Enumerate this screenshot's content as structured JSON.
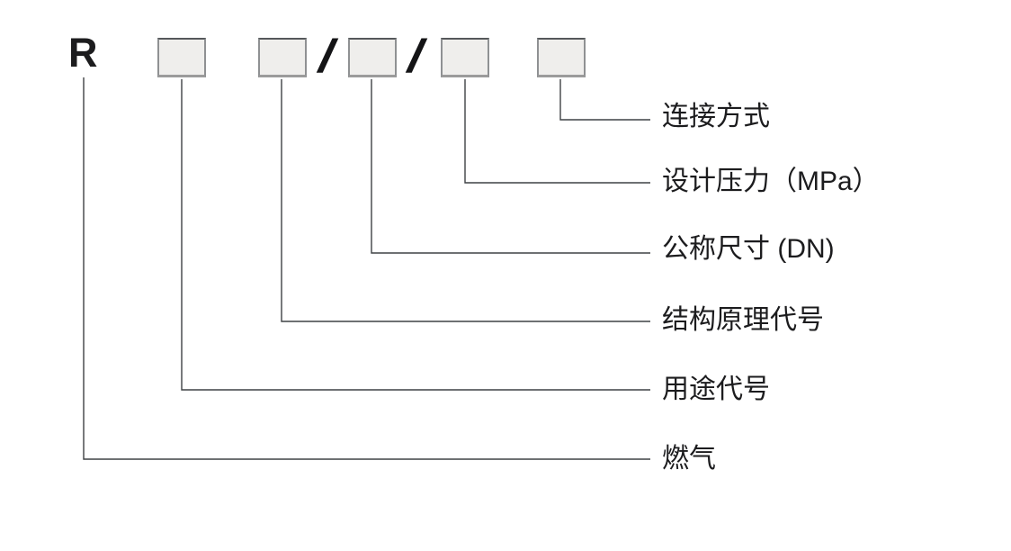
{
  "diagram": {
    "prefix": "R",
    "separator": "/",
    "box_count": 5,
    "labels": [
      {
        "text": "连接方式"
      },
      {
        "text": "设计压力（MPa）"
      },
      {
        "text": "公称尺寸 (DN)"
      },
      {
        "text": "结构原理代号"
      },
      {
        "text": "用途代号"
      },
      {
        "text": "燃气"
      }
    ],
    "colors": {
      "line": "#3f4245",
      "box_fill": "#efeeec",
      "box_border": "#8f9193",
      "text": "#1c1c1e",
      "background": "#ffffff"
    }
  }
}
